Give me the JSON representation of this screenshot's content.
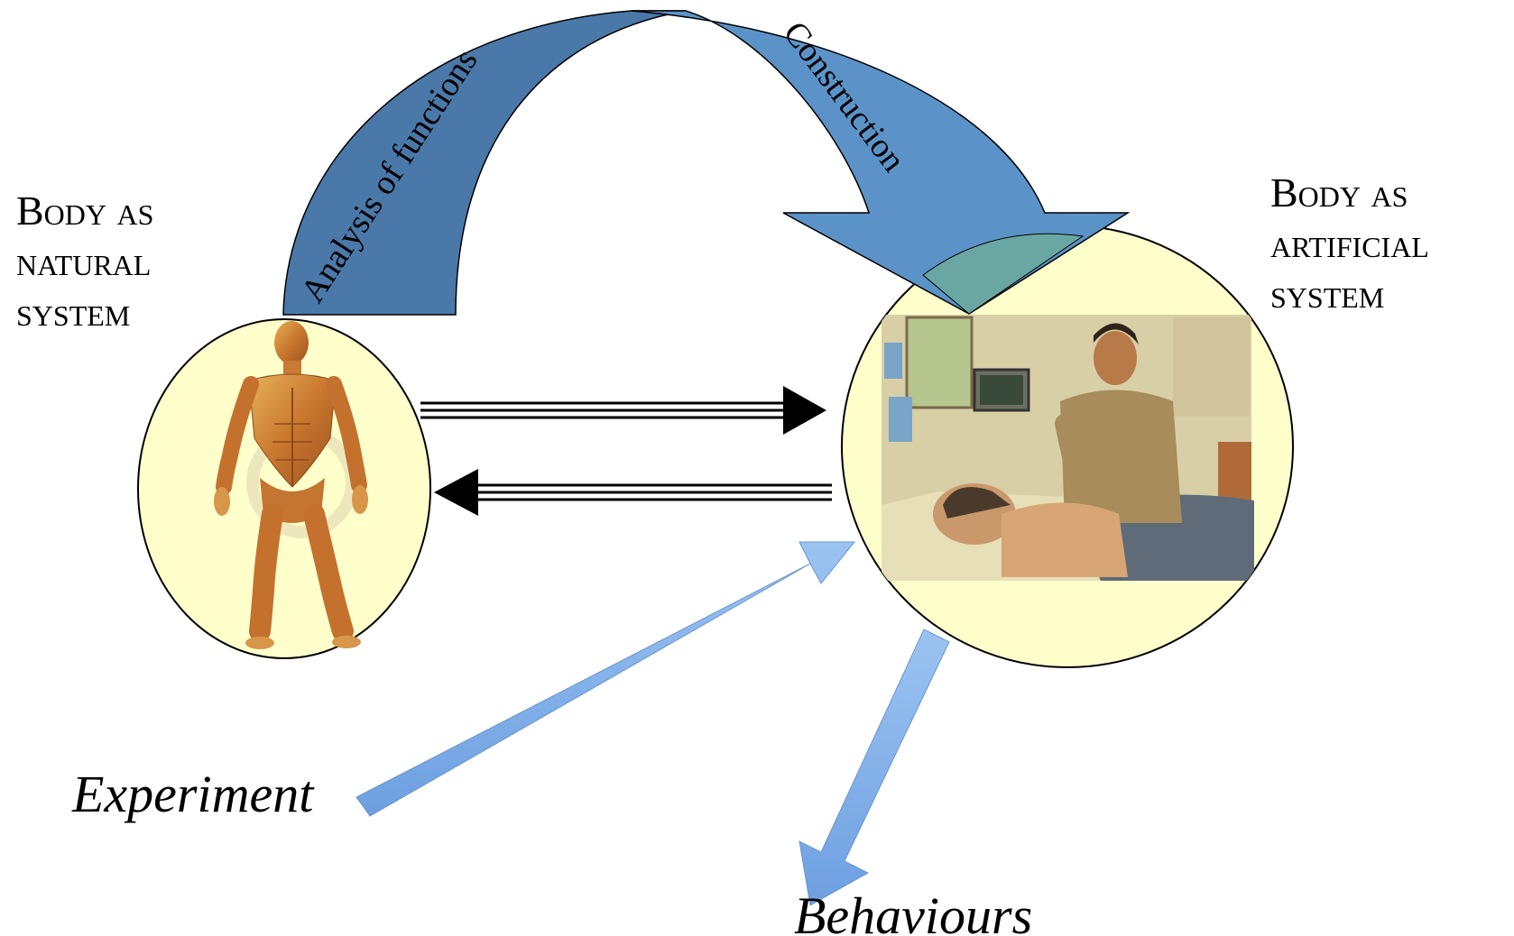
{
  "labels": {
    "natural_system": [
      "Body as",
      "natural",
      "system"
    ],
    "artificial_system": [
      "Body as",
      "artificial",
      "system"
    ],
    "analysis": "Analysis of functions",
    "construction": "Construction",
    "experiment": "Experiment",
    "behaviours": "Behaviours"
  },
  "colors": {
    "ellipse_fill": "#ffffcc",
    "arc_left": "#4a78a8",
    "arc_right": "#5b93c8",
    "arc_overlap": "#6aa7a2",
    "light_arrow": "#7fb0ea",
    "outline": "#000000"
  },
  "images": {
    "left": "anatomy-muscle-figure",
    "right": "nurse-with-patient-simulator-mannequin"
  }
}
